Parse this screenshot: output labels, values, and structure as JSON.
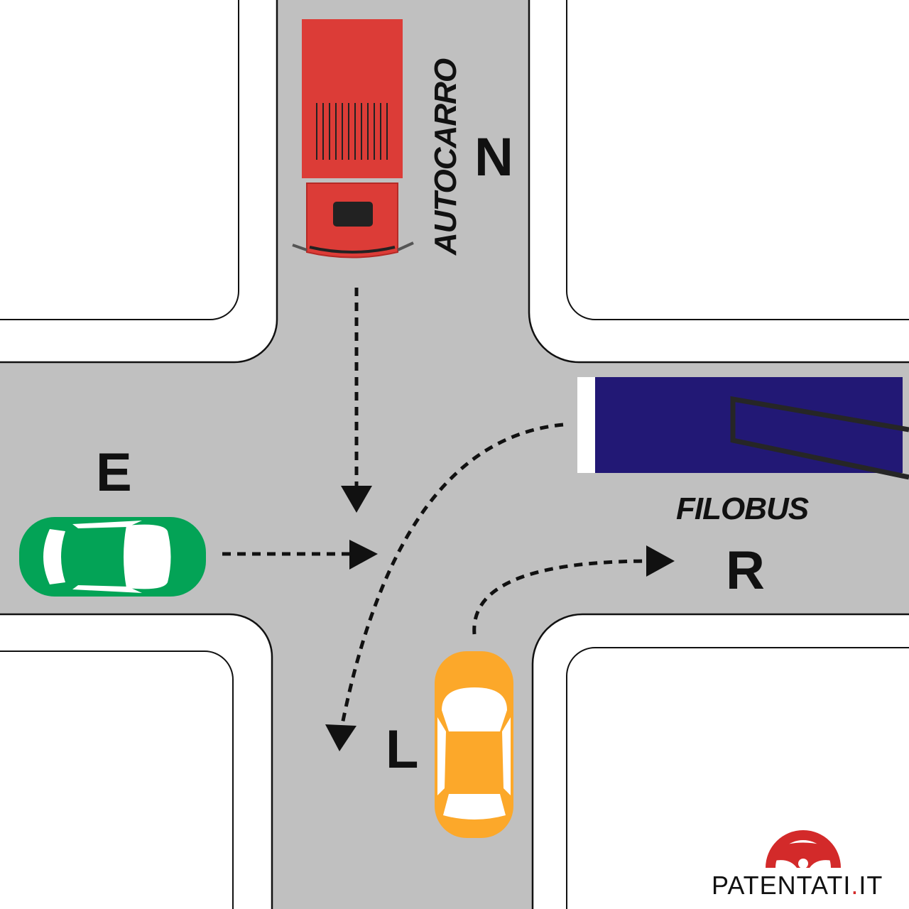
{
  "labels": {
    "north": "N",
    "east": "E",
    "right": "R",
    "left": "L",
    "truck": "AUTOCARRO",
    "trolleybus": "FILOBUS"
  },
  "logo": {
    "text_main": "PATENTATI",
    "text_dot": ".",
    "text_tld": "IT"
  },
  "colors": {
    "road": "#c0c0c0",
    "truck": "#dc3c37",
    "green_car": "#03a356",
    "orange_car": "#fca82a",
    "bus": "#221875",
    "logo_red": "#d32a2a"
  }
}
